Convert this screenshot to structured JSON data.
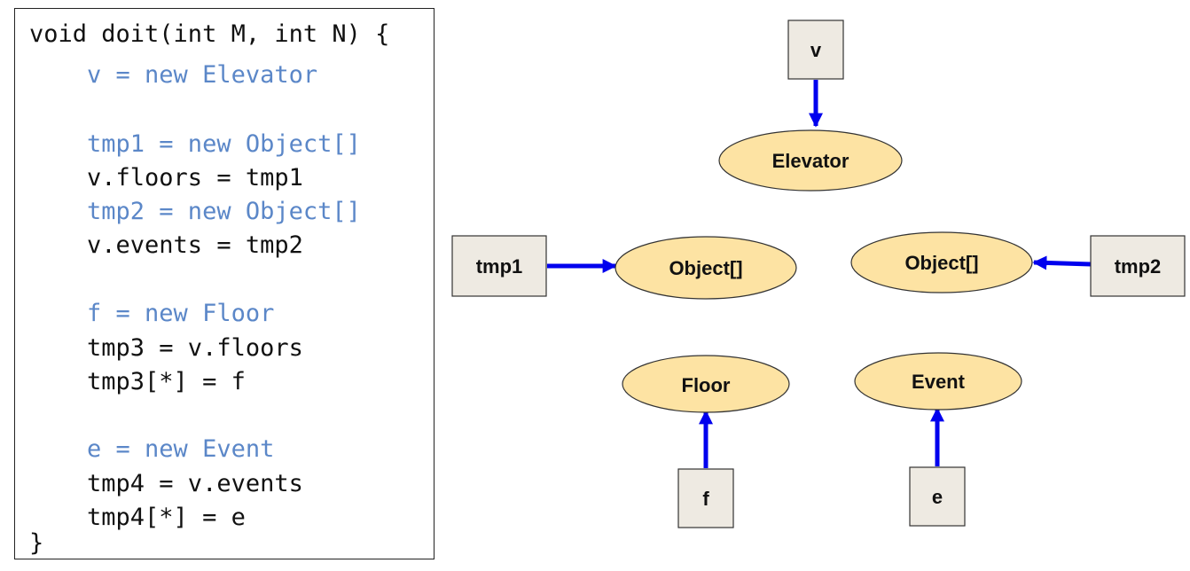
{
  "code": {
    "lines": [
      {
        "text": "void doit(int M, int N) {",
        "kind": "plain"
      },
      {
        "text": "    v = new Elevator",
        "kind": "alloc"
      },
      {
        "text": "",
        "kind": "plain"
      },
      {
        "text": "    tmp1 = new Object[]",
        "kind": "alloc"
      },
      {
        "text": "    v.floors = tmp1",
        "kind": "plain"
      },
      {
        "text": "    tmp2 = new Object[]",
        "kind": "alloc"
      },
      {
        "text": "    v.events = tmp2",
        "kind": "plain"
      },
      {
        "text": "",
        "kind": "plain"
      },
      {
        "text": "    f = new Floor",
        "kind": "alloc"
      },
      {
        "text": "    tmp3 = v.floors",
        "kind": "plain"
      },
      {
        "text": "    tmp3[*] = f",
        "kind": "plain"
      },
      {
        "text": "",
        "kind": "plain"
      },
      {
        "text": "    e = new Event",
        "kind": "alloc"
      },
      {
        "text": "    tmp4 = v.events",
        "kind": "plain"
      },
      {
        "text": "    tmp4[*] = e",
        "kind": "plain"
      },
      {
        "text": "}",
        "kind": "plain"
      }
    ]
  },
  "graph": {
    "variables": {
      "v": "v",
      "tmp1": "tmp1",
      "tmp2": "tmp2",
      "f": "f",
      "e": "e"
    },
    "objects": {
      "elevator": "Elevator",
      "object_array_1": "Object[]",
      "object_array_2": "Object[]",
      "floor": "Floor",
      "event": "Event"
    }
  },
  "colors": {
    "alloc_code": "#5b87c8",
    "plain_code": "#111111",
    "variable_fill": "#eeeae2",
    "object_fill": "#fde3a3",
    "edge": "#0000ee"
  }
}
